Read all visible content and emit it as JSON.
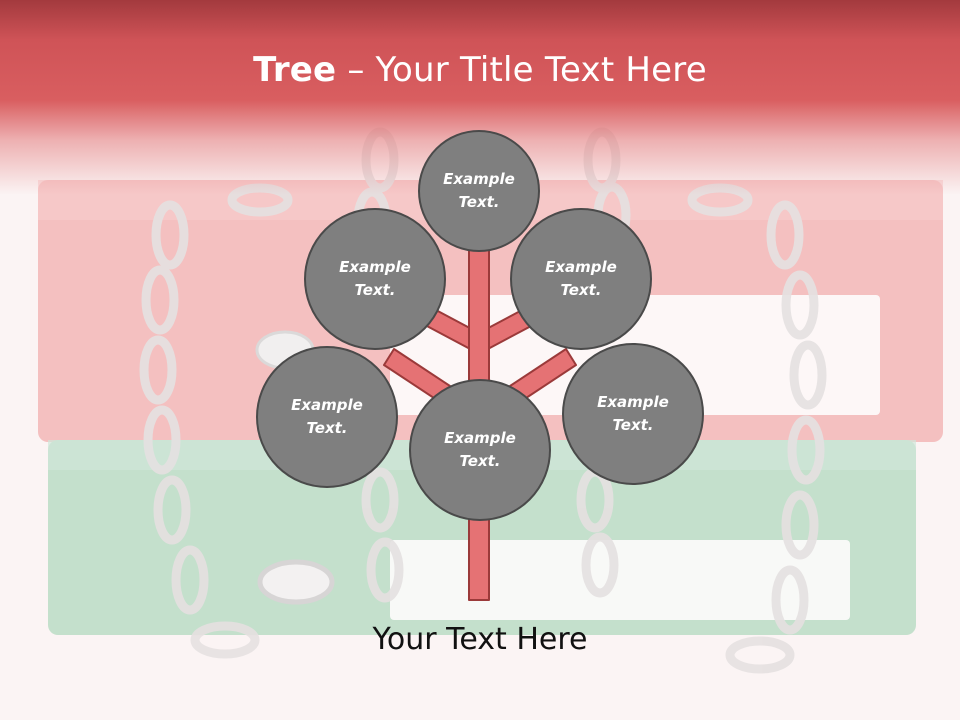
{
  "slide": {
    "title_bold": "Tree",
    "title_rest": "– Your Title Text Here",
    "caption": "Your Text Here"
  },
  "nodes": [
    {
      "label": "Example Text."
    },
    {
      "label": "Example Text."
    },
    {
      "label": "Example Text."
    },
    {
      "label": "Example Text."
    },
    {
      "label": "Example Text."
    },
    {
      "label": "Example Text."
    }
  ],
  "colors": {
    "title_band": "#cf5357",
    "branch_fill": "#e57274",
    "branch_stroke": "#9b3a3a",
    "node_fill": "#7f7f7f",
    "node_border": "#4a4a4a",
    "binder_red": "#f29a9a",
    "binder_green": "#9ccfae"
  }
}
